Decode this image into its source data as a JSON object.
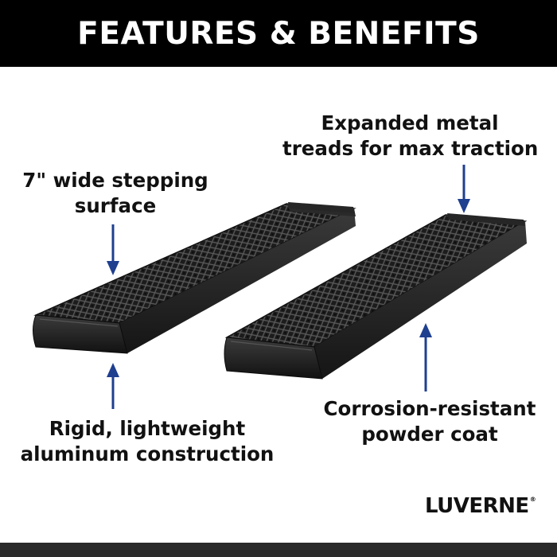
{
  "colors": {
    "header_bg": "#000000",
    "header_text": "#ffffff",
    "arrow": "#1f3f8f",
    "footer_bar": "#2b2b2b",
    "product": "#202020"
  },
  "header": {
    "title": "FEATURES & BENEFITS"
  },
  "callouts": {
    "width": {
      "line1": "7\" wide stepping",
      "line2": "surface",
      "icon": "arrow-down-icon"
    },
    "treads": {
      "line1": "Expanded metal",
      "line2": "treads for max traction",
      "icon": "arrow-down-icon"
    },
    "aluminum": {
      "line1": "Rigid, lightweight",
      "line2": "aluminum construction",
      "icon": "arrow-up-icon"
    },
    "coat": {
      "line1": "Corrosion-resistant",
      "line2": "powder coat",
      "icon": "arrow-up-icon"
    }
  },
  "brand": {
    "name": "LUVERNE",
    "mark": "®"
  }
}
